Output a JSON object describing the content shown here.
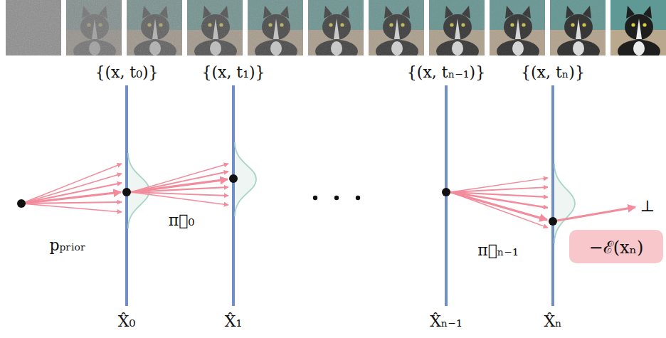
{
  "diagram": {
    "nodes": [
      {
        "text": [
          "−ℰ(xₙ)"
        ]
      }
    ],
    "labels": [
      "{(x, t₀)}",
      "{(x, t₁)}",
      "{(x, tₙ₋₁)}",
      "{(x, tₙ)}",
      "pₚᵣᵢₒᵣ",
      "π⃗₀",
      "π⃗ₙ₋₁",
      "⊥",
      "X̂₀",
      "X̂₁",
      "X̂ₙ₋₁",
      "X̂ₙ"
    ]
  }
}
